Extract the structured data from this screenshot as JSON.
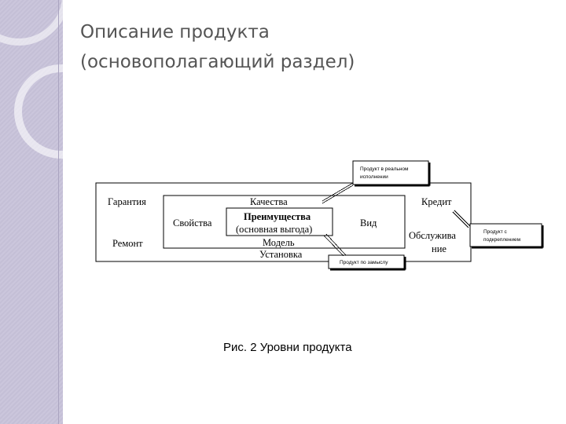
{
  "slide": {
    "title": "Описание продукта\n(основополагающий раздел)",
    "caption": "Рис. 2 Уровни продукта"
  },
  "diagram": {
    "outer_left": [
      "Гарантия",
      "Ремонт"
    ],
    "outer_right": [
      "Кредит",
      "Обслужива",
      "ние"
    ],
    "middle": {
      "left": "Свойства",
      "top": "Качества",
      "right": "Вид",
      "bottom": [
        "Модель",
        "Установка"
      ]
    },
    "core": [
      "Преимущества",
      "(основная выгода)"
    ],
    "callouts": {
      "real": [
        "Продукт в реальном",
        "исполнении"
      ],
      "enhanced": [
        "Продукт с",
        "подкреплением"
      ],
      "concept": "Продукт по замыслу"
    }
  }
}
